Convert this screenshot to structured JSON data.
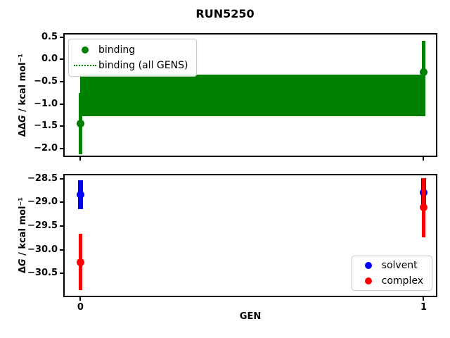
{
  "figure": {
    "title": "RUN5250",
    "background": "#ffffff"
  },
  "colors": {
    "binding": "#008000",
    "solvent": "#0000ff",
    "complex": "#ff0000",
    "spine": "#000000"
  },
  "chart_data": [
    {
      "type": "scatter",
      "name": "binding-free-energy-panel",
      "xlabel": "",
      "ylabel": "ΔΔG / kcal mol⁻¹",
      "xlim": [
        -0.05,
        1.04
      ],
      "ylim_top": 0.59,
      "ylim_bottom": -2.19,
      "yticks": [
        0.5,
        0.0,
        -0.5,
        -1.0,
        -1.5,
        -2.0
      ],
      "ytick_labels": [
        "0.5",
        "0.0",
        "−0.5",
        "−1.0",
        "−1.5",
        "−2.0"
      ],
      "xticks": [
        0,
        1
      ],
      "xtick_labels": [],
      "grid": false,
      "legend": {
        "position": "upper left",
        "entries": [
          {
            "label": "binding",
            "glyph": "dot",
            "color": "#008000"
          },
          {
            "label": "binding (all GENS)",
            "glyph": "dotted-line",
            "color": "#008000"
          }
        ]
      },
      "series": [
        {
          "name": "binding",
          "color": "#008000",
          "marker": "circle",
          "line_width": 5,
          "points": [
            {
              "x": 0,
              "y": -1.44,
              "yerr": 0.68
            },
            {
              "x": 1,
              "y": -0.28,
              "yerr": 0.7
            }
          ]
        }
      ],
      "band": {
        "name": "binding (all GENS)",
        "color": "#008000",
        "x_from": 0,
        "x_to": 1,
        "y_low": -1.28,
        "y_high": -0.34
      }
    },
    {
      "type": "scatter",
      "name": "component-free-energy-panel",
      "xlabel": "GEN",
      "ylabel": "ΔG / kcal mol⁻¹",
      "xlim": [
        -0.05,
        1.04
      ],
      "ylim_top": -28.4,
      "ylim_bottom": -31.0,
      "yticks": [
        -28.5,
        -29.0,
        -29.5,
        -30.0,
        -30.5
      ],
      "ytick_labels": [
        "−28.5",
        "−29.0",
        "−29.5",
        "−30.0",
        "−30.5"
      ],
      "xticks": [
        0,
        1
      ],
      "xtick_labels": [
        "0",
        "1"
      ],
      "grid": false,
      "legend": {
        "position": "lower right",
        "entries": [
          {
            "label": "solvent",
            "glyph": "dot",
            "color": "#0000ff"
          },
          {
            "label": "complex",
            "glyph": "dot",
            "color": "#ff0000"
          }
        ]
      },
      "series": [
        {
          "name": "solvent",
          "color": "#0000ff",
          "marker": "circle",
          "line_width": 7,
          "points": [
            {
              "x": 0,
              "y": -28.84,
              "yerr": 0.3
            },
            {
              "x": 1,
              "y": -28.8,
              "yerr": 0.31
            }
          ]
        },
        {
          "name": "complex",
          "color": "#ff0000",
          "marker": "circle",
          "line_width": 5,
          "points": [
            {
              "x": 0,
              "y": -30.26,
              "yerr": 0.59
            },
            {
              "x": 1,
              "y": -29.11,
              "yerr": 0.62
            }
          ]
        }
      ]
    }
  ]
}
